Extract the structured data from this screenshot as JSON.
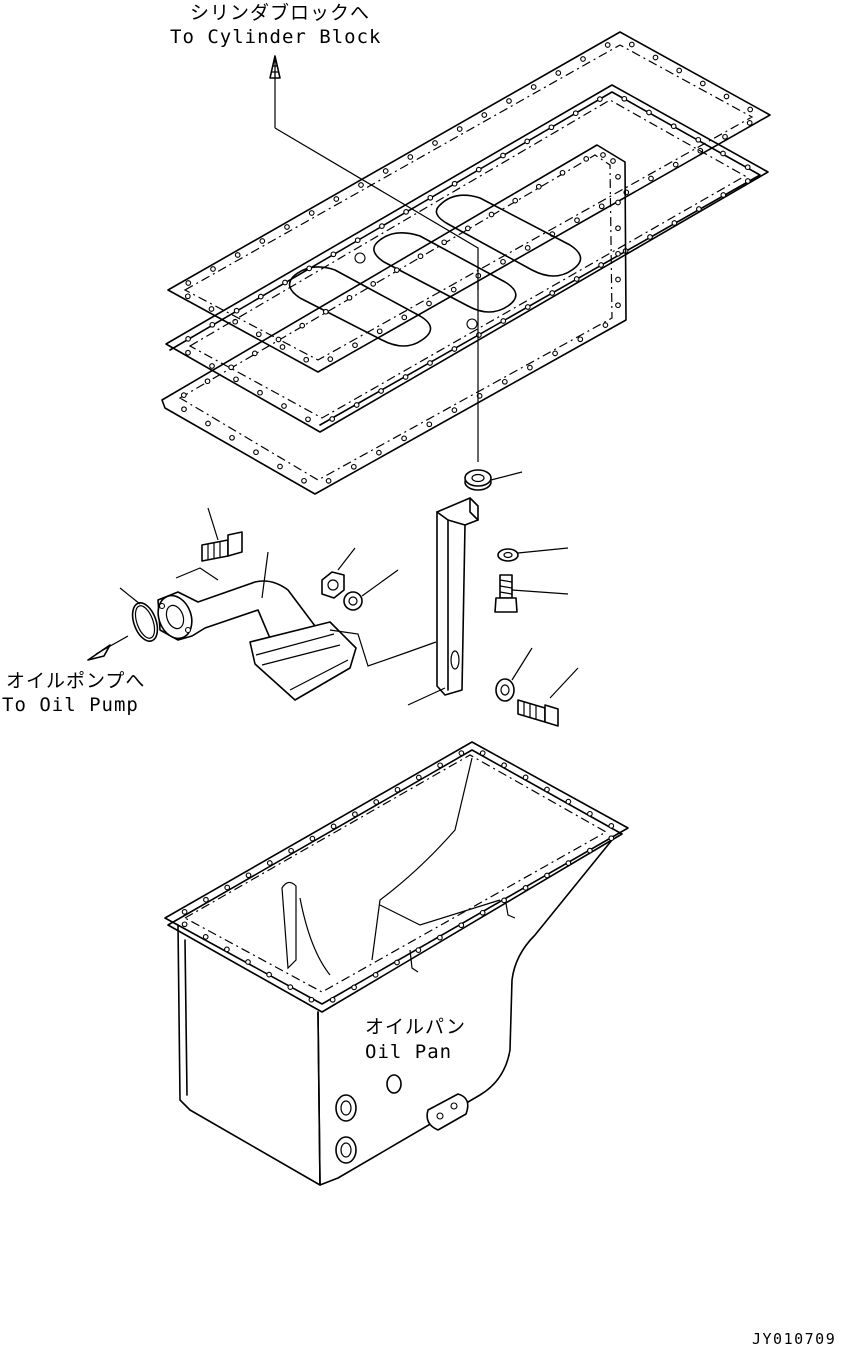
{
  "labels": {
    "cylinder_block_jp": "シリンダブロックへ",
    "cylinder_block_en": "To Cylinder Block",
    "oil_pump_jp": "オイルポンプへ",
    "oil_pump_en": "To Oil Pump",
    "oil_pan_jp": "オイルパン",
    "oil_pan_en": "Oil Pan",
    "drawing_code": "JY010709"
  },
  "icons": [
    "arrow-up-icon",
    "arrow-down-left-icon"
  ],
  "colors": {
    "line": "#000000",
    "background": "#ffffff"
  }
}
